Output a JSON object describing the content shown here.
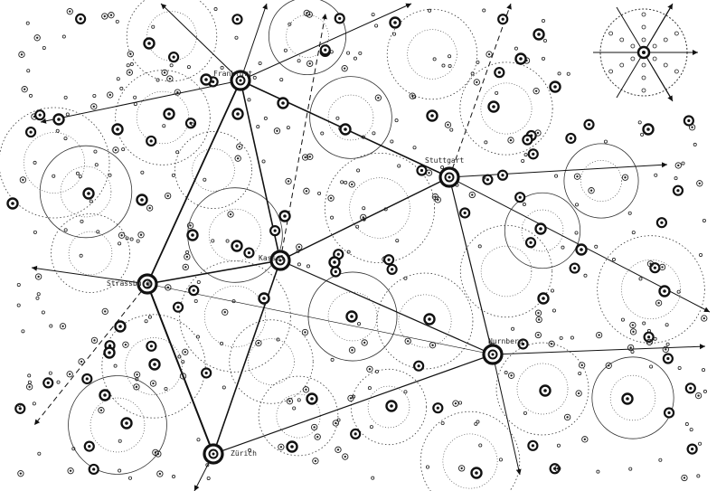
{
  "map": {
    "places": [
      {
        "id": "frankfurt",
        "label": "Frankfurt"
      },
      {
        "id": "kassel",
        "label": "Kassel"
      },
      {
        "id": "stuttgart",
        "label": "Stuttgart"
      },
      {
        "id": "strassburg",
        "label": "Strassburg"
      },
      {
        "id": "nurnberg",
        "label": "Nurnberg"
      },
      {
        "id": "zurich",
        "label": "Zürich"
      }
    ],
    "colors": {
      "ink": "#111111",
      "paper": "#ffffff"
    },
    "legend_icon": "hexagonal-lattice-inset"
  }
}
